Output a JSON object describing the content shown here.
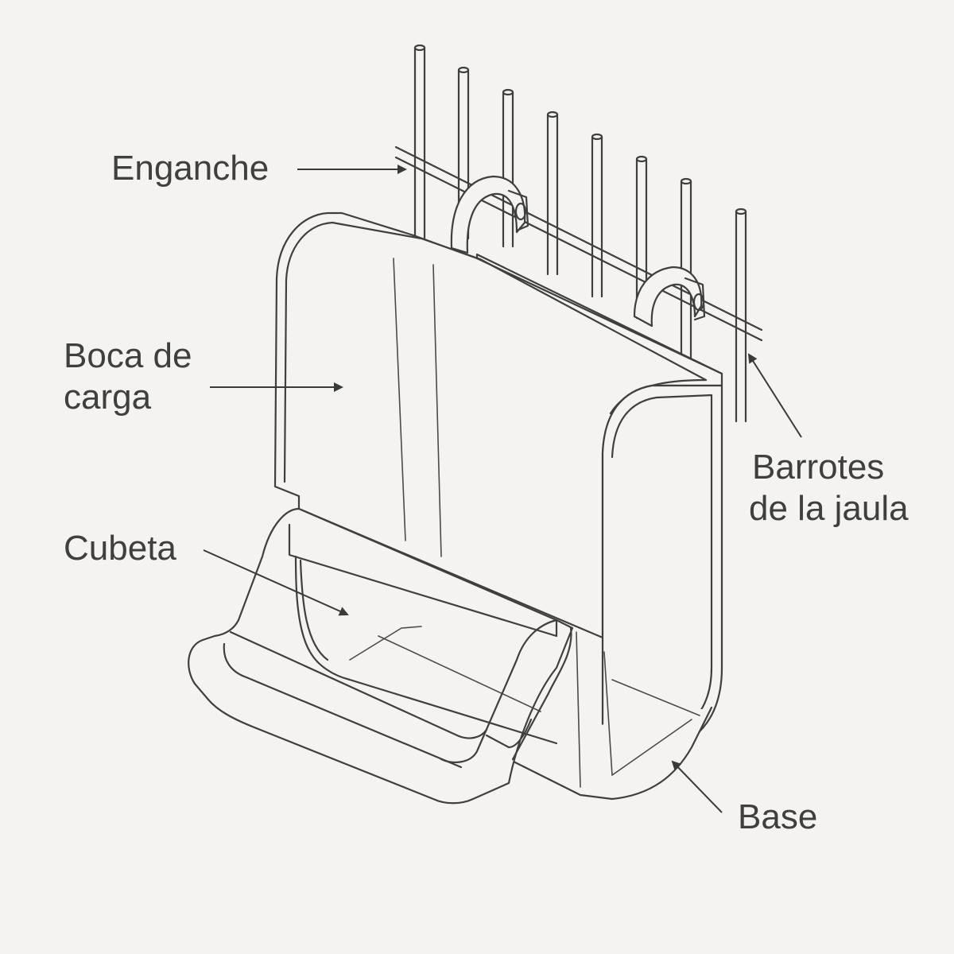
{
  "labels": {
    "hook": "Enganche",
    "loading_mouth_line1": "Boca de",
    "loading_mouth_line2": "carga",
    "bars_line1": "Barrotes",
    "bars_line2": "de la jaula",
    "tray": "Cubeta",
    "base": "Base"
  },
  "colors": {
    "background": "#f4f3ef",
    "line": "#3f3f3d",
    "text": "#3f3f3d"
  }
}
